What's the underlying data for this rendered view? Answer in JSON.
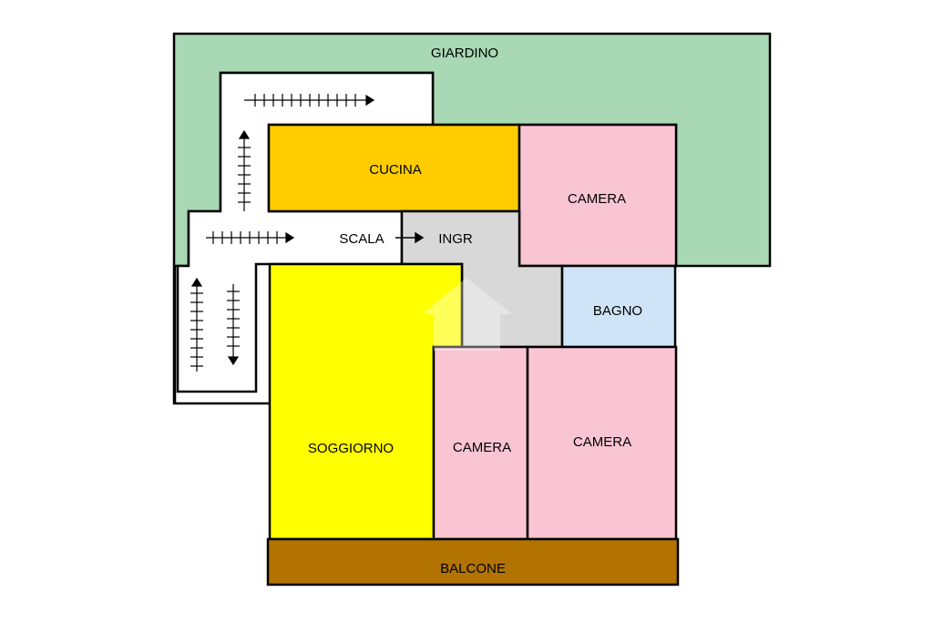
{
  "colors": {
    "giardino": "#a8d8b4",
    "cucina": "#ffcc00",
    "camera": "#f9c5d3",
    "bagno": "#cfe4f7",
    "ingresso": "#d8d8d8",
    "soggiorno": "#ffff00",
    "balcone": "#b27300",
    "scala": "#ffffff",
    "wall": "#000000"
  },
  "labels": {
    "giardino": "GIARDINO",
    "cucina": "CUCINA",
    "camera_top": "CAMERA",
    "scala": "SCALA",
    "ingresso": "INGR",
    "bagno": "BAGNO",
    "soggiorno": "SOGGIORNO",
    "camera_mid": "CAMERA",
    "camera_right": "CAMERA",
    "balcone": "BALCONE"
  },
  "icons": {
    "stair_arrow": "stairs-arrow-icon",
    "entry_arrow": "entry-arrow-icon",
    "watermark": "house-watermark-icon"
  }
}
